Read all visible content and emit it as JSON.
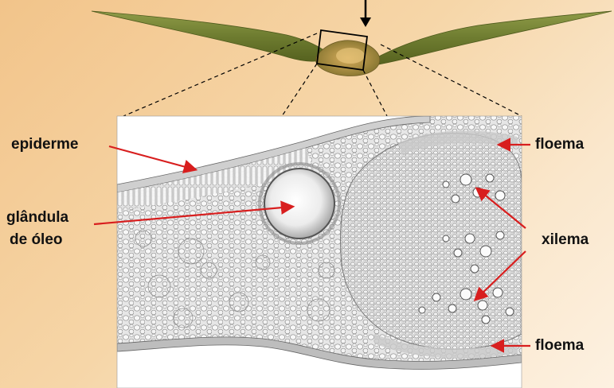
{
  "labels": {
    "epiderme": "epiderme",
    "glandula_line1": "glândula",
    "glandula_line2": "de óleo",
    "floema_top": "floema",
    "xilema": "xilema",
    "floema_bottom": "floema"
  },
  "colors": {
    "background_start": "#f2c48a",
    "background_end": "#fdf1e1",
    "leaf": "#7d8a3a",
    "leaf_dark": "#5c6a24",
    "midrib": "#b88a3c",
    "pointer_arrows": "#d81e1e",
    "guide_lines": "#000000"
  }
}
